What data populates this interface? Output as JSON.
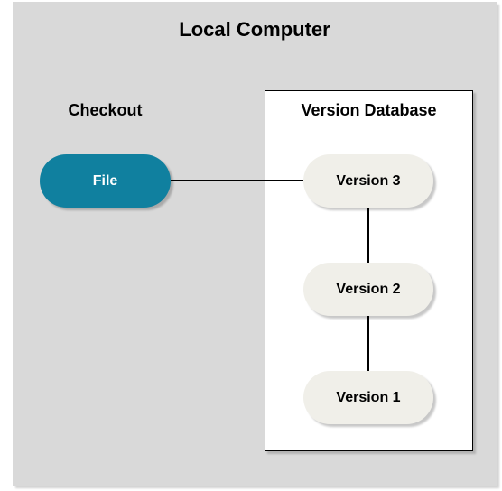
{
  "local_computer": {
    "title": "Local Computer"
  },
  "checkout": {
    "label": "Checkout",
    "file_label": "File"
  },
  "version_database": {
    "title": "Version Database",
    "versions": [
      {
        "label": "Version 3"
      },
      {
        "label": "Version 2"
      },
      {
        "label": "Version 1"
      }
    ]
  },
  "colors": {
    "file_fill": "#10809f",
    "version_fill": "#f0efe9",
    "container_fill": "#d9d9d9"
  }
}
